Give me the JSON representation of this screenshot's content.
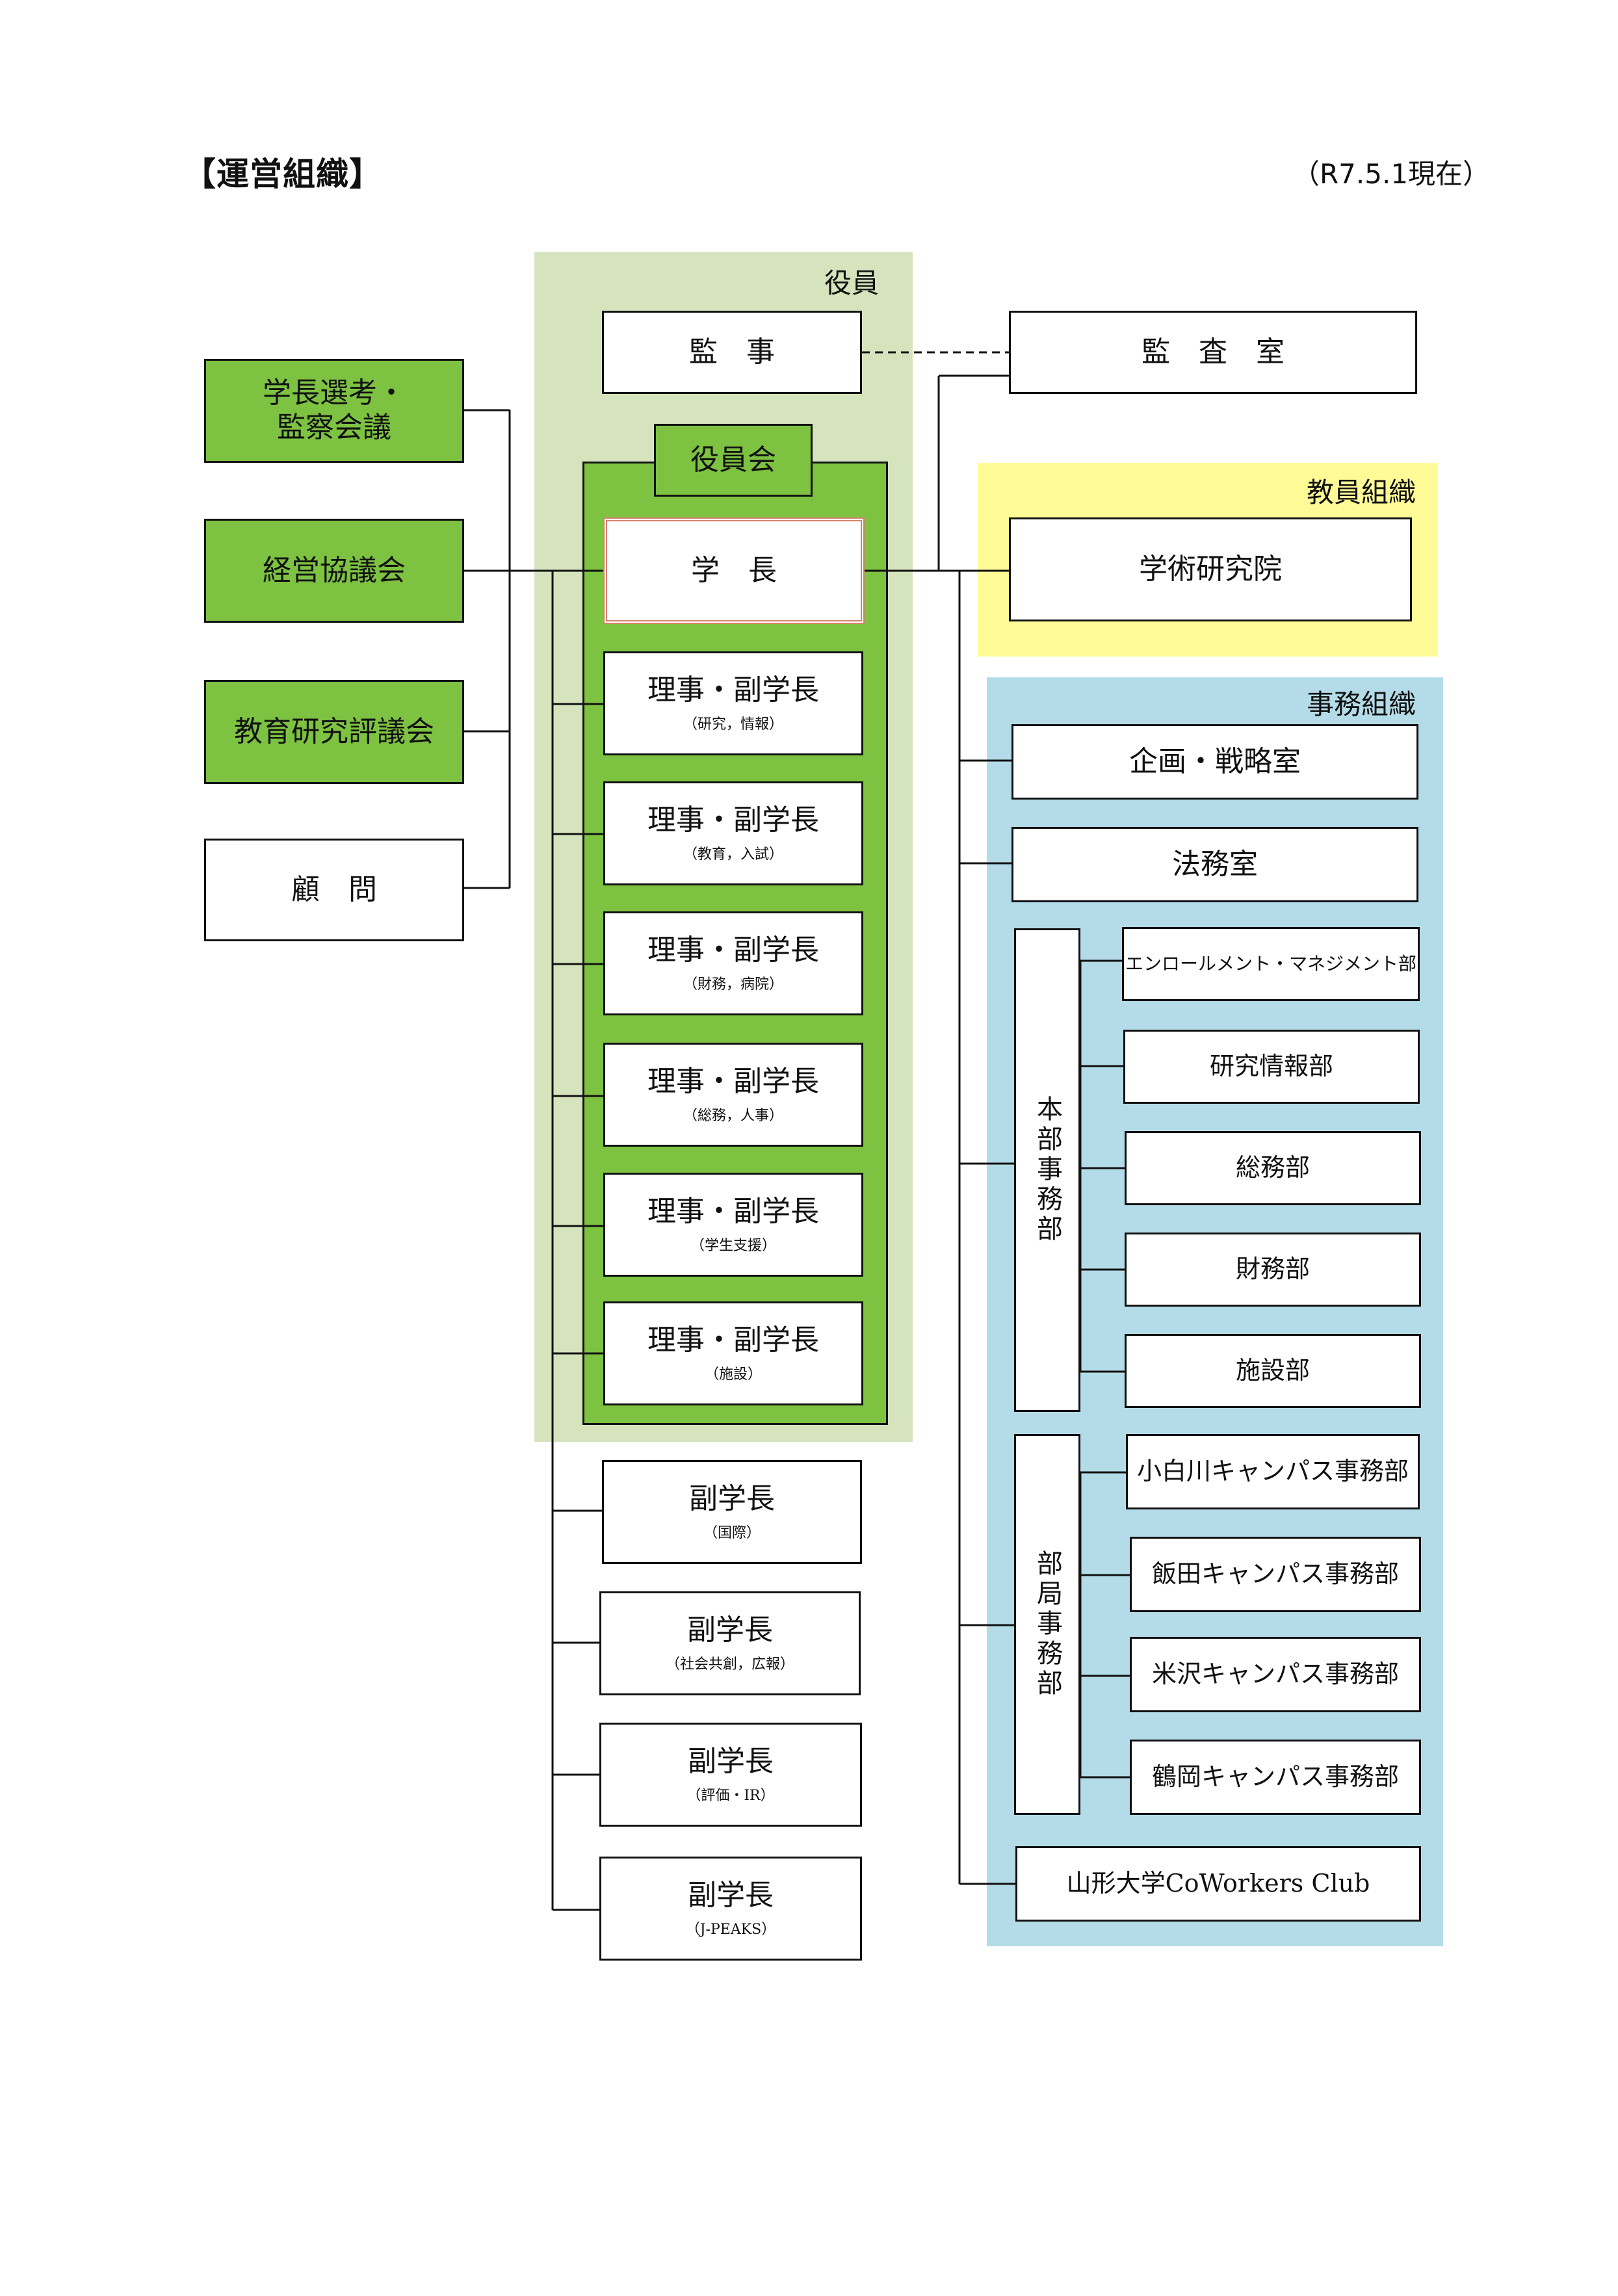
{
  "header": {
    "title": "【運営組織】",
    "as_of": "（R7.5.1現在）"
  },
  "regions": {
    "officers": "役員",
    "faculty_org": "教員組織",
    "admin_org": "事務組織"
  },
  "left_councils": [
    {
      "label": "学長選考・\n監察会議"
    },
    {
      "label": "経営協議会"
    },
    {
      "label": "教育研究評議会"
    },
    {
      "label": "顧　問"
    }
  ],
  "auditor": "監　事",
  "audit_office": "監　査　室",
  "board": "役員会",
  "president": "学　長",
  "executive_vps": [
    {
      "label": "理事・副学長",
      "sub": "（研究，情報）"
    },
    {
      "label": "理事・副学長",
      "sub": "（教育，入試）"
    },
    {
      "label": "理事・副学長",
      "sub": "（財務，病院）"
    },
    {
      "label": "理事・副学長",
      "sub": "（総務，人事）"
    },
    {
      "label": "理事・副学長",
      "sub": "（学生支援）"
    },
    {
      "label": "理事・副学長",
      "sub": "（施設）"
    }
  ],
  "vice_presidents": [
    {
      "label": "副学長",
      "sub": "（国際）"
    },
    {
      "label": "副学長",
      "sub": "（社会共創，広報）"
    },
    {
      "label": "副学長",
      "sub": "（評価・IR）"
    },
    {
      "label": "副学長",
      "sub": "（J-PEAKS）"
    }
  ],
  "faculty": {
    "academic_institute": "学術研究院"
  },
  "admin": {
    "planning_office": "企画・戦略室",
    "legal_office": "法務室",
    "hq": {
      "label": "本部事務部",
      "departments": [
        "エンロールメント・マネジメント部",
        "研究情報部",
        "総務部",
        "財務部",
        "施設部"
      ]
    },
    "campus": {
      "label": "部局事務部",
      "departments": [
        "小白川キャンパス事務部",
        "飯田キャンパス事務部",
        "米沢キャンパス事務部",
        "鶴岡キャンパス事務部"
      ]
    },
    "coworkers": "山形大学CoWorkers Club"
  },
  "colors": {
    "officers_bg": "#d6e4bd",
    "green_box": "#7dc241",
    "faculty_bg": "#fffb96",
    "admin_bg": "#b4dce8",
    "president_border": "#d9826d"
  }
}
